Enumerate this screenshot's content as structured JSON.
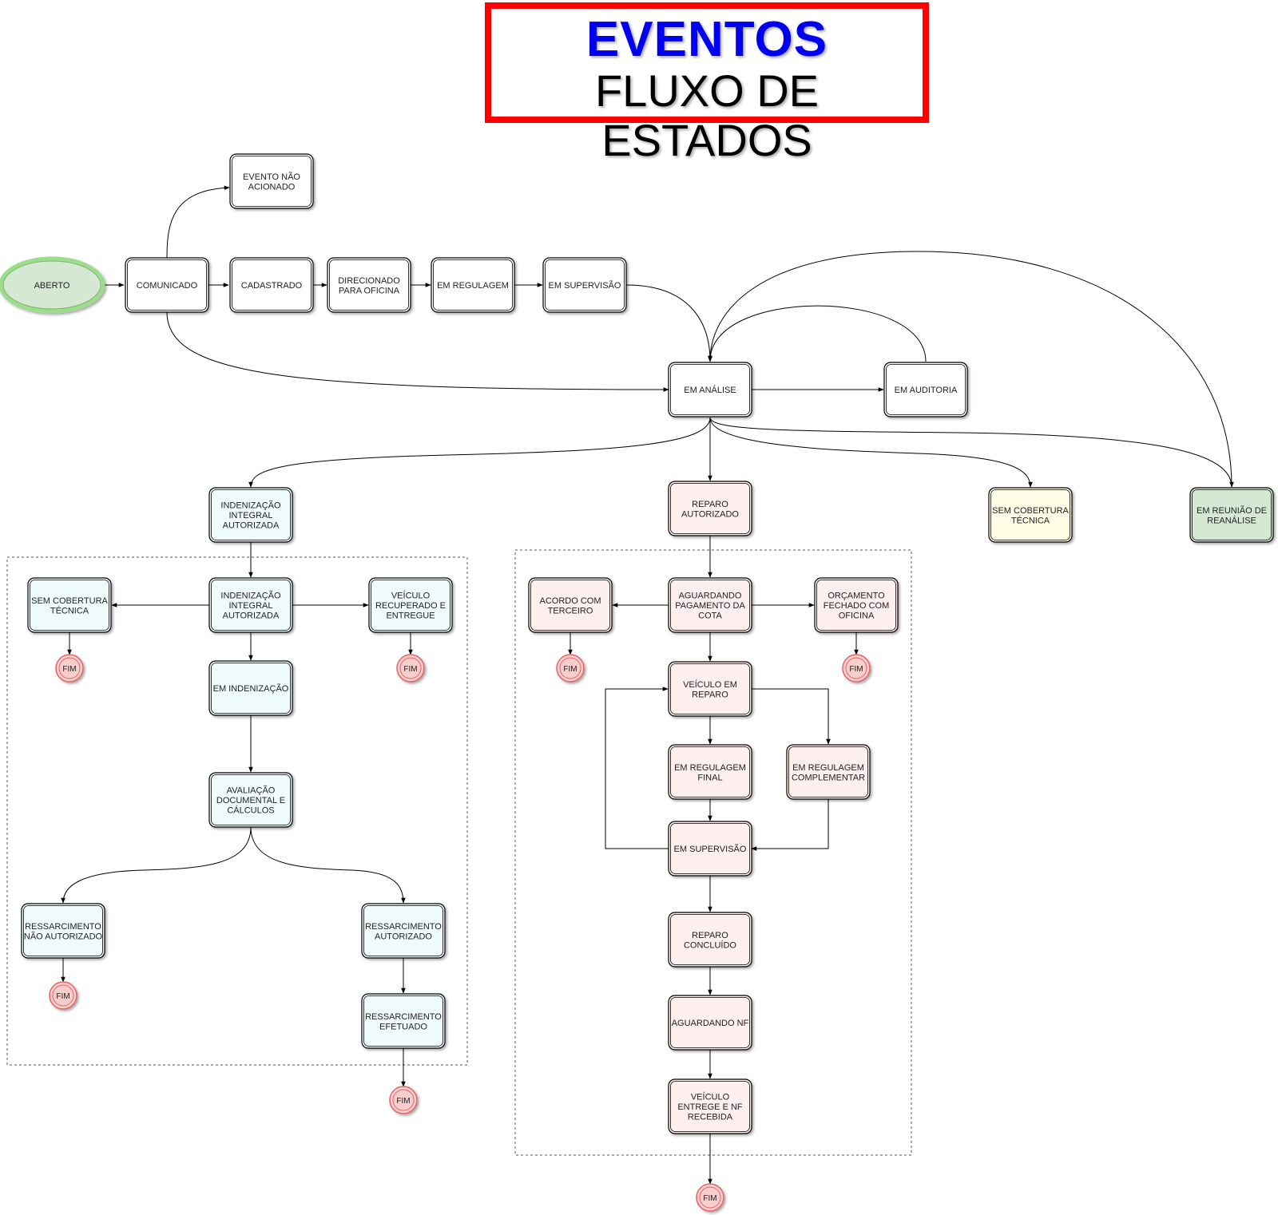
{
  "title": {
    "main": "EVENTOS",
    "sub": "FLUXO DE ESTADOS"
  },
  "colors": {
    "title_border": "#ff0000",
    "title_main": "#0000ee",
    "start_fill": "#d5e8d4",
    "start_stroke": "#82b366",
    "default_fill": "#ffffff",
    "blue_fill": "#f0fbfc",
    "pink_fill": "#fdf0ef",
    "yellow_fill": "#fffde6",
    "green_fill": "#d5e8d4",
    "fim_fill": "#f8cecc",
    "fim_stroke": "#e06666",
    "edge": "#000000"
  },
  "nodes": {
    "aberto": {
      "label": "ABERTO"
    },
    "comunicado": {
      "label": "COMUNICADO"
    },
    "evento_nao_acionado": {
      "label": "EVENTO NÃO\nACIONADO"
    },
    "cadastrado": {
      "label": "CADASTRADO"
    },
    "direcionado_oficina": {
      "label": "DIRECIONADO\nPARA OFICINA"
    },
    "em_regulagem": {
      "label": "EM REGULAGEM"
    },
    "em_supervisao": {
      "label": "EM SUPERVISÃO"
    },
    "em_analise": {
      "label": "EM ANÁLISE"
    },
    "em_auditoria": {
      "label": "EM AUDITORIA"
    },
    "indenizacao_integral_1": {
      "label": "INDENIZAÇÃO\nINTEGRAL\nAUTORIZADA"
    },
    "reparo_autorizado": {
      "label": "REPARO\nAUTORIZADO"
    },
    "sem_cobertura_tecnica_1": {
      "label": "SEM COBERTURA\nTÉCNICA"
    },
    "em_reuniao_reanalise": {
      "label": "EM REUNIÃO DE\nREANÁLISE"
    },
    "sem_cobertura_tecnica_2": {
      "label": "SEM COBERTURA\nTÉCNICA"
    },
    "indenizacao_integral_2": {
      "label": "INDENIZAÇÃO\nINTEGRAL\nAUTORIZADA"
    },
    "veiculo_recuperado": {
      "label": "VEÍCULO\nRECUPERADO E\nENTREGUE"
    },
    "em_indenizacao": {
      "label": "EM INDENIZAÇÃO"
    },
    "avaliacao_documental": {
      "label": "AVALIAÇÃO\nDOCUMENTAL E\nCÁLCULOS"
    },
    "ressarcimento_nao_autorizado": {
      "label": "RESSARCIMENTO\nNÃO AUTORIZADO"
    },
    "ressarcimento_autorizado": {
      "label": "RESSARCIMENTO\nAUTORIZADO"
    },
    "ressarcimento_efetuado": {
      "label": "RESSARCIMENTO\nEFETUADO"
    },
    "acordo_terceiro": {
      "label": "ACORDO COM\nTERCEIRO"
    },
    "aguardando_pagamento_cota": {
      "label": "AGUARDANDO\nPAGAMENTO DA\nCOTA"
    },
    "orcamento_fechado": {
      "label": "ORÇAMENTO\nFECHADO COM\nOFICINA"
    },
    "veiculo_em_reparo": {
      "label": "VEÍCULO EM\nREPARO"
    },
    "em_regulagem_final": {
      "label": "EM REGULAGEM\nFINAL"
    },
    "em_regulagem_complementar": {
      "label": "EM REGULAGEM\nCOMPLEMENTAR"
    },
    "em_supervisao_2": {
      "label": "EM SUPERVISÃO"
    },
    "reparo_concluido": {
      "label": "REPARO\nCONCLUÍDO"
    },
    "aguardando_nf": {
      "label": "AGUARDANDO NF"
    },
    "veiculo_entregue_nf": {
      "label": "VEÍCULO\nENTREGE E NF\nRECEBIDA"
    }
  },
  "end_label": "FIM"
}
